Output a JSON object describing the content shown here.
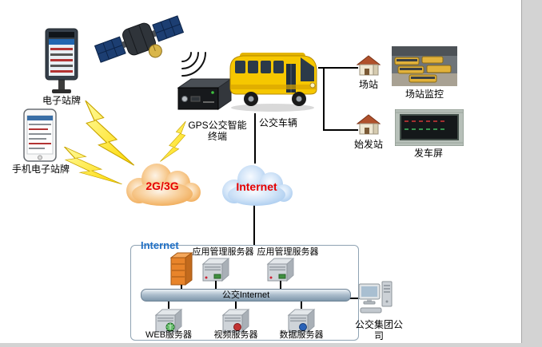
{
  "diagram": {
    "colors": {
      "cloud_text": "#e60000",
      "datacenter_internet_text": "#1f6fc5",
      "cloud_2g3g_fill": "#ee9e3f",
      "cloud_internet_fill": "#9cc3ec",
      "bus_body": "#f6c700",
      "firewall": "#e8842a"
    },
    "nodes": {
      "electronic_stop_sign": {
        "label": "电子站牌"
      },
      "mobile_stop_sign": {
        "label": "手机电子站牌"
      },
      "gps_terminal": {
        "line1": "GPS公交智能",
        "line2": "终端"
      },
      "bus": {
        "label": "公交车辆"
      },
      "depot": {
        "label": "场站"
      },
      "depot_monitoring": {
        "label": "场站监控"
      },
      "origin_station": {
        "label": "始发站"
      },
      "departure_screen": {
        "label": "发车屏"
      },
      "cloud_2g3g": {
        "label": "2G/3G"
      },
      "cloud_internet": {
        "label": "Internet"
      }
    },
    "datacenter": {
      "internet_label": "Internet",
      "app_server_1": "应用管理服务器",
      "app_server_2": "应用管理服务器",
      "backbone_label": "公交Internet",
      "web_server": "WEB服务器",
      "video_server": "视频服务器",
      "data_server": "数据服务器"
    },
    "company": {
      "label": "公交集团公司"
    }
  }
}
